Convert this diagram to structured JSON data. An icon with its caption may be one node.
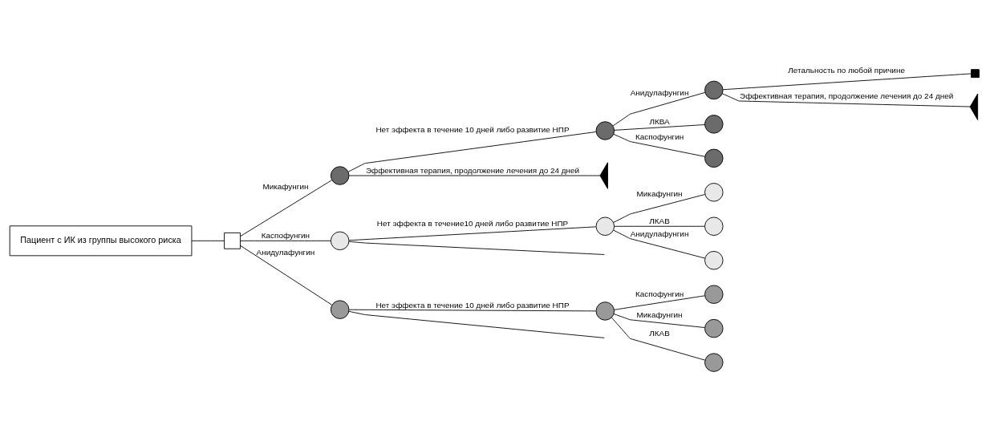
{
  "diagram": {
    "nodes": [
      {
        "text": [
          "Пациент с ИК из группы высокого риска"
        ]
      },
      {
        "text": [],
        "shape": "box"
      },
      {
        "text": [],
        "shape": "circle"
      },
      {
        "text": [],
        "shape": "circle"
      },
      {
        "text": [],
        "shape": "circle"
      },
      {
        "text": [],
        "shape": "circle"
      },
      {
        "text": [],
        "shape": "circle"
      },
      {
        "text": [],
        "shape": "circle"
      },
      {
        "text": [],
        "shape": "circle"
      },
      {
        "text": [],
        "shape": "box"
      },
      {
        "text": [],
        "shape": "triangle"
      },
      {
        "text": [],
        "shape": "triangle"
      },
      {
        "text": [],
        "shape": "circle"
      },
      {
        "text": [],
        "shape": "circle"
      },
      {
        "text": [],
        "shape": "circle"
      },
      {
        "text": [],
        "shape": "circle"
      },
      {
        "text": [],
        "shape": "circle"
      },
      {
        "text": [],
        "shape": "circle"
      },
      {
        "text": [],
        "shape": "circle"
      },
      {
        "text": [],
        "shape": "circle"
      }
    ],
    "edges": [
      {
        "from": 0,
        "to": 1,
        "arrow": "none"
      },
      {
        "from": 1,
        "to": 2,
        "arrow": "none",
        "label": "Микафунгин"
      },
      {
        "from": 1,
        "to": 3,
        "arrow": "none",
        "label": "Каспофунгин"
      },
      {
        "from": 1,
        "to": 4,
        "arrow": "none",
        "label": "Анидулафунгин"
      },
      {
        "from": 2,
        "to": 5,
        "arrow": "none",
        "label": "Нет эффекта в течение 10 дней либо развитие НПР"
      },
      {
        "from": 2,
        "to": 11,
        "arrow": "none",
        "label": "Эффективная терапия, продолжение лечения до 24 дней"
      },
      {
        "from": 5,
        "to": 6,
        "arrow": "none",
        "label": "Анидулафунгин"
      },
      {
        "from": 5,
        "to": 7,
        "arrow": "none",
        "label": "ЛКВА"
      },
      {
        "from": 5,
        "to": 8,
        "arrow": "none",
        "label": "Каспофунгин"
      },
      {
        "from": 6,
        "to": 9,
        "arrow": "none",
        "label": "Летальность по любой причине"
      },
      {
        "from": 6,
        "to": 10,
        "arrow": "none",
        "label": "Эффективная терапия, продолжение лечения до 24 дней"
      },
      {
        "from": 3,
        "to": 12,
        "arrow": "none",
        "label": "Нет эффекта в течение10 дней либо развитие НПР"
      },
      {
        "from": 3,
        "to": null,
        "arrow": "none"
      },
      {
        "from": 12,
        "to": 13,
        "arrow": "none",
        "label": "Микафунгин"
      },
      {
        "from": 12,
        "to": 14,
        "arrow": "none",
        "label": "ЛКАВ"
      },
      {
        "from": 12,
        "to": 15,
        "arrow": "none",
        "label": "Анидулафунгин"
      },
      {
        "from": 4,
        "to": 16,
        "arrow": "none",
        "label": "Нет эффекта в течение 10 дней либо развитие НПР"
      },
      {
        "from": 4,
        "to": null,
        "arrow": "none"
      },
      {
        "from": 16,
        "to": 17,
        "arrow": "none",
        "label": "Каспофунгин"
      },
      {
        "from": 16,
        "to": 18,
        "arrow": "none",
        "label": "Микафунгин"
      },
      {
        "from": 16,
        "to": 19,
        "arrow": "none",
        "label": "ЛКАВ"
      }
    ]
  }
}
